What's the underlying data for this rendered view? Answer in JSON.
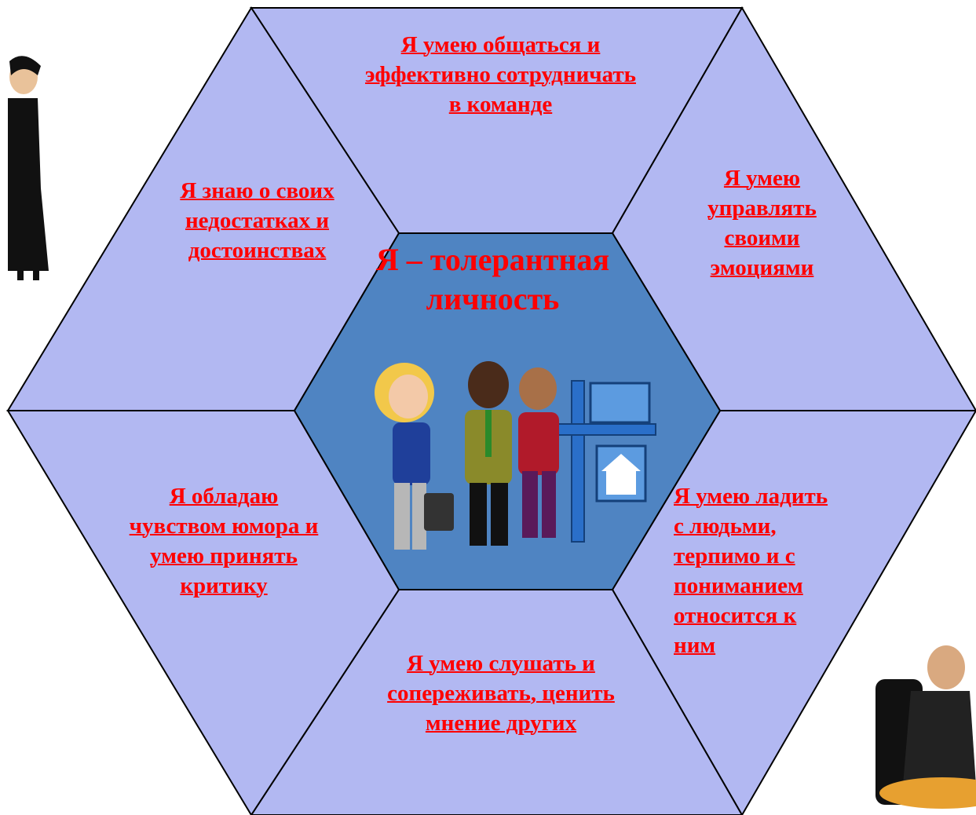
{
  "center": {
    "title_line1": "Я –  толерантная",
    "title_line2": "личность"
  },
  "segments": {
    "top": "Я умею общаться и эффективно сотрудничать в команде",
    "top_left": "Я знаю о своих недостатках и достоинствах",
    "top_right": "Я умею управлять своими эмоциями",
    "bottom_left": "Я обладаю чувством юмора и умею принять критику",
    "bottom_right": "Я умею ладить с людьми, терпимо и с пониманием относится к ним",
    "bottom": "Я умею слушать и сопереживать, ценить мнение других"
  },
  "colors": {
    "outer_fill": "#b2b8f2",
    "inner_fill": "#4f84c2",
    "text": "#ff0000",
    "stroke": "#000000"
  },
  "icons": [
    "woman-walking-icon",
    "people-handshake-icon",
    "sold-sign-icon",
    "man-at-desk-icon"
  ]
}
